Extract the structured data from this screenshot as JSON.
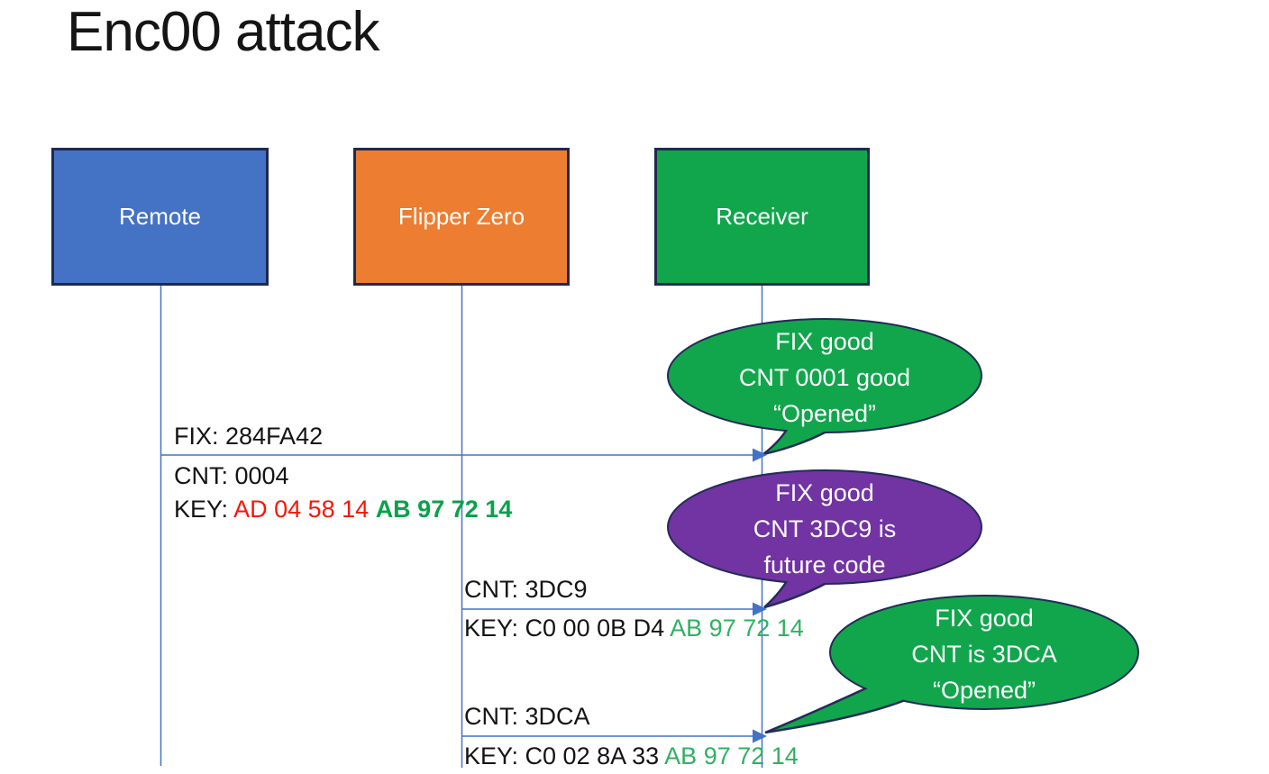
{
  "title": "Enc00 attack",
  "colors": {
    "remote_blue": "#4472C4",
    "flipper_orange": "#ED7D31",
    "receiver_green": "#11A64C",
    "bubble_green": "#11A64C",
    "bubble_purple": "#7233A3",
    "shape_border": "#222C56",
    "arrow_blue": "#4472C4",
    "key_red": "#FB1509",
    "key_green_bold": "#0AA14B",
    "key_green": "#2FB162",
    "white": "#FFFFFF"
  },
  "actors": [
    {
      "id": "remote",
      "label": "Remote"
    },
    {
      "id": "flipper",
      "label": "Flipper Zero"
    },
    {
      "id": "receiver",
      "label": "Receiver"
    }
  ],
  "messages": [
    {
      "from": "Remote",
      "to": "Receiver",
      "fix": "FIX: 284FA42",
      "cnt": "CNT: 0004",
      "key_label": "KEY: ",
      "key_red": "AD 04 58 14 ",
      "key_green": "AB 97 72 14"
    },
    {
      "from": "Flipper Zero",
      "to": "Receiver",
      "cnt": "CNT: 3DC9",
      "key_label": "KEY: C0 00 0B D4 ",
      "key_green": "AB 97 72 14"
    },
    {
      "from": "Flipper Zero",
      "to": "Receiver",
      "cnt": "CNT: 3DCA",
      "key_label": "KEY: C0 02 8A 33 ",
      "key_green": "AB 97 72 14"
    }
  ],
  "callouts": [
    {
      "color": "green",
      "lines": [
        "FIX good",
        "CNT 0001 good",
        "“Opened”"
      ]
    },
    {
      "color": "purple",
      "lines": [
        "FIX good",
        "CNT 3DC9 is",
        "future code"
      ]
    },
    {
      "color": "green",
      "lines": [
        "FIX good",
        "CNT is 3DCA",
        "“Opened”"
      ]
    }
  ]
}
